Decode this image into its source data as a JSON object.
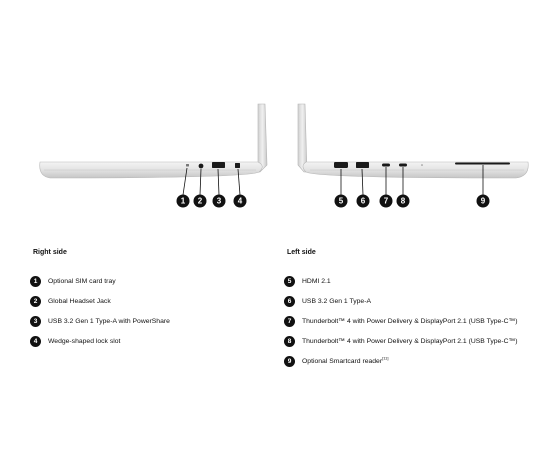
{
  "colors": {
    "background": "#ffffff",
    "laptop_body": "#dcdcdc",
    "laptop_edge": "#bcbcbc",
    "port": "#1a1a1a",
    "marker": "#111111"
  },
  "diagram": {
    "right_view_markers": [
      "1",
      "2",
      "3",
      "4"
    ],
    "left_view_markers": [
      "5",
      "6",
      "7",
      "8",
      "9"
    ]
  },
  "right_side": {
    "heading": "Right side",
    "items": [
      {
        "num": "1",
        "label": "Optional SIM card tray"
      },
      {
        "num": "2",
        "label": "Global Headset Jack"
      },
      {
        "num": "3",
        "label": "USB 3.2 Gen 1 Type-A with PowerShare"
      },
      {
        "num": "4",
        "label": "Wedge-shaped lock slot"
      }
    ]
  },
  "left_side": {
    "heading": "Left side",
    "items": [
      {
        "num": "5",
        "label": "HDMI 2.1",
        "note": ""
      },
      {
        "num": "6",
        "label": "USB 3.2 Gen 1 Type-A",
        "note": ""
      },
      {
        "num": "7",
        "label": "Thunderbolt™ 4 with Power Delivery & DisplayPort 2.1 (USB Type-C™)",
        "note": ""
      },
      {
        "num": "8",
        "label": "Thunderbolt™ 4 with Power Delivery & DisplayPort 2.1 (USB Type-C™)",
        "note": ""
      },
      {
        "num": "9",
        "label": "Optional Smartcard reader",
        "note": "[11]"
      }
    ]
  }
}
